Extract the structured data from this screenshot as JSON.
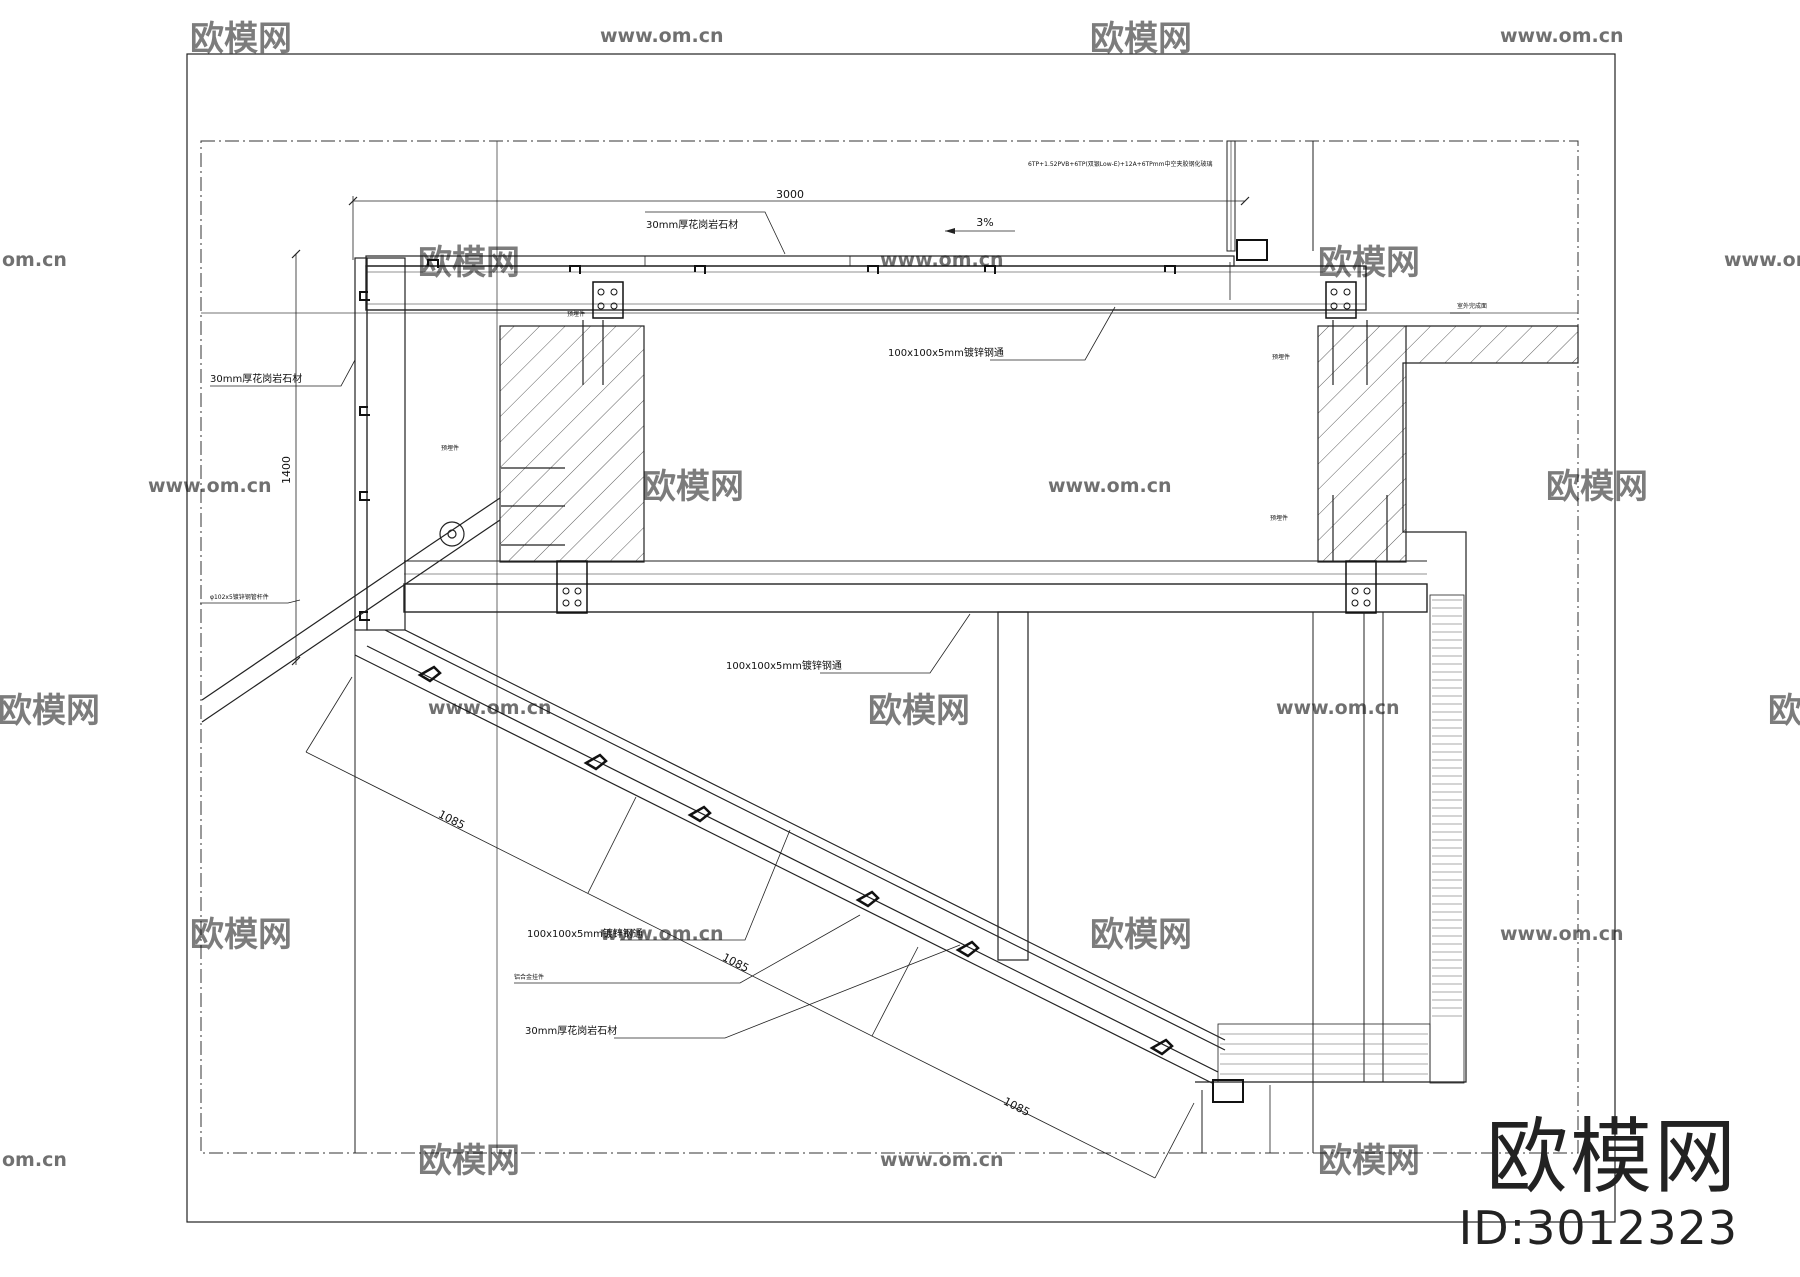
{
  "drawing": {
    "spec_note": "6TP+1.52PVB+6TP(双银Low-E)+12A+6TPmm中空夹胶钢化玻璃",
    "slope": "3%",
    "dims": {
      "top_width": "3000",
      "left_height": "1400",
      "diag_a": "1085",
      "diag_b": "1085",
      "diag_c": "1085"
    },
    "labels": {
      "stone_top": "30mm厚花岗岩石材",
      "stone_left": "30mm厚花岗岩石材",
      "steel_top": "100x100x5mm镀锌钢通",
      "steel_mid": "100x100x5mm镀锌钢通",
      "pipe": "φ102x5镀锌钢管杆件",
      "embed_1": "预埋件",
      "embed_2": "预埋件",
      "embed_3": "预埋件",
      "embed_4": "预埋件",
      "floor": "室外完成面",
      "steel_bot": "100x100x5mm镀锌钢通",
      "alu": "铝合金挂件",
      "stone_bot": "30mm厚花岗岩石材"
    }
  },
  "watermark": {
    "brand_text": "欧模网",
    "url_text": "www.om.cn",
    "url_short": "om.cn"
  },
  "brand": {
    "logo": "欧模网",
    "id": "ID:3012323"
  }
}
